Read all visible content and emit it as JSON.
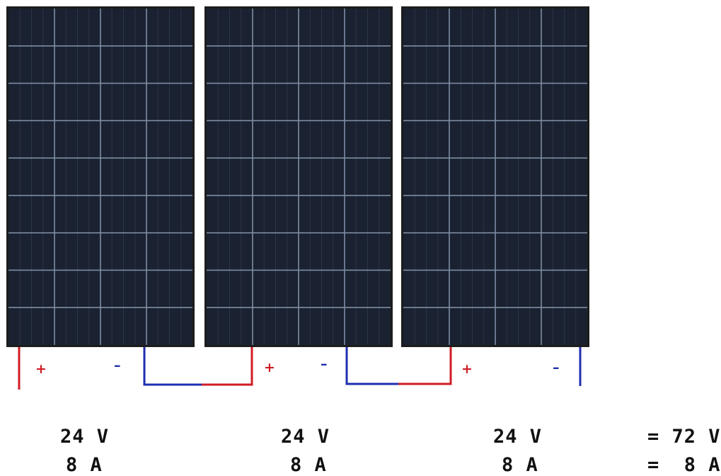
{
  "colors": {
    "positive": "#d01c24",
    "negative": "#1f2fb0",
    "panel_bg": "#1a2130",
    "panel_frame": "#1c1c1c",
    "cell_grid": "#7d8da3"
  },
  "panel_grid": {
    "columns": 4,
    "rows": 9
  },
  "panels": [
    {
      "plus_sign": "+",
      "minus_sign": "–",
      "voltage": "24 V",
      "current": "8 A"
    },
    {
      "plus_sign": "+",
      "minus_sign": "–",
      "voltage": "24 V",
      "current": "8 A"
    },
    {
      "plus_sign": "+",
      "minus_sign": "–",
      "voltage": "24 V",
      "current": "8 A"
    }
  ],
  "total": {
    "voltage": "= 72 V",
    "current": "=  8 A"
  }
}
